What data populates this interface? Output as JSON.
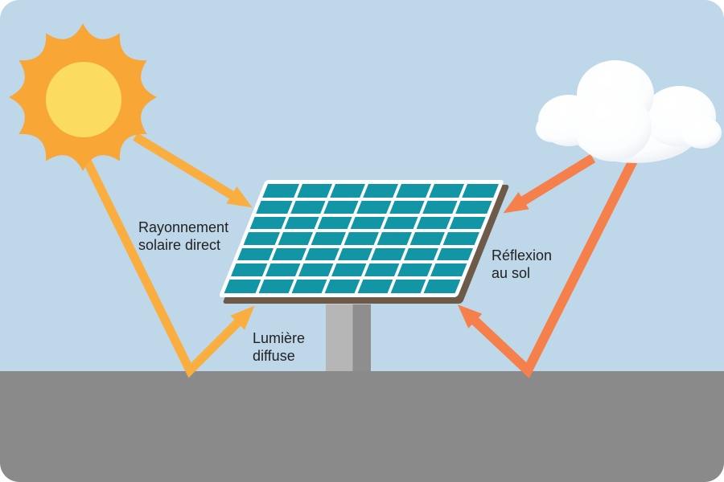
{
  "scene": {
    "labels": {
      "direct_radiation": "Rayonnement\nsolaire direct",
      "diffuse_light": "Lumière\ndiffuse",
      "ground_reflection": "Réflexion\nau sol"
    },
    "elements": {
      "sun": "sun",
      "cloud": "cloud",
      "solar_panel": "solar-panel",
      "ground": "ground",
      "sky": "sky"
    },
    "colors": {
      "sky": "#BED7E9",
      "ground": "#8A8A8A",
      "sun_outer": "#F8A636",
      "sun_inner": "#FBDC60",
      "sun_ray": "#F9AE3F",
      "cloud_arrow": "#F5804C",
      "panel_cell": "#1296A6",
      "panel_frame": "#FFFFFF",
      "panel_edge": "#6E5A49",
      "pole_light": "#B6B6B6",
      "pole_dark": "#8E8E8E",
      "cloud_shade": "#E9EDF2",
      "label_text": "#222222"
    }
  }
}
